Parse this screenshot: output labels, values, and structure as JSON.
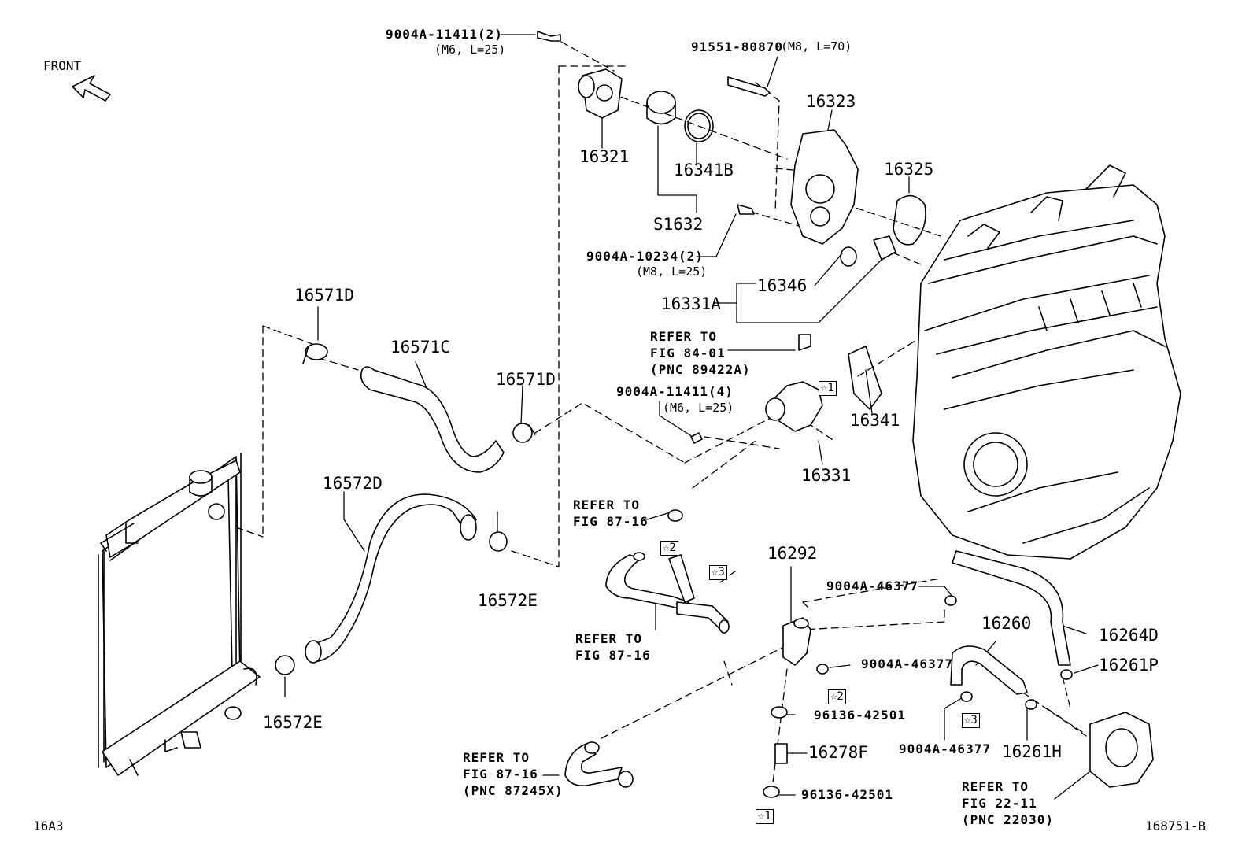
{
  "front_label": "FRONT",
  "corner": {
    "left": "16A3",
    "right": "168751-B"
  },
  "parts": [
    {
      "id": "p1",
      "text": "9004A-11411(2)"
    },
    {
      "id": "p1s",
      "text": "(M6, L=25)"
    },
    {
      "id": "p2",
      "text": "91551-80870"
    },
    {
      "id": "p2s",
      "text": "(M8, L=70)"
    },
    {
      "id": "p3",
      "text": "16323"
    },
    {
      "id": "p4",
      "text": "16321"
    },
    {
      "id": "p5",
      "text": "16341B"
    },
    {
      "id": "p6",
      "text": "16325"
    },
    {
      "id": "p7",
      "text": "S1632"
    },
    {
      "id": "p8",
      "text": "9004A-10234(2)"
    },
    {
      "id": "p8s",
      "text": "(M8, L=25)"
    },
    {
      "id": "p9",
      "text": "16346"
    },
    {
      "id": "p10",
      "text": "16331A"
    },
    {
      "id": "p11",
      "text": "16571D"
    },
    {
      "id": "p12",
      "text": "16571C"
    },
    {
      "id": "p13",
      "text": "16571D"
    },
    {
      "id": "p14",
      "text": "9004A-11411(4)"
    },
    {
      "id": "p14s",
      "text": "(M6, L=25)"
    },
    {
      "id": "p15",
      "text": "16341"
    },
    {
      "id": "p16",
      "text": "16331"
    },
    {
      "id": "p17",
      "text": "16572D"
    },
    {
      "id": "p18",
      "text": "16572E"
    },
    {
      "id": "p19",
      "text": "16572E"
    },
    {
      "id": "p20",
      "text": "16292"
    },
    {
      "id": "p21",
      "text": "9004A-46377"
    },
    {
      "id": "p22",
      "text": "16260"
    },
    {
      "id": "p23",
      "text": "16264D"
    },
    {
      "id": "p24",
      "text": "9004A-46377"
    },
    {
      "id": "p25",
      "text": "16261P"
    },
    {
      "id": "p26",
      "text": "96136-42501"
    },
    {
      "id": "p27",
      "text": "16278F"
    },
    {
      "id": "p28",
      "text": "9004A-46377"
    },
    {
      "id": "p29",
      "text": "16261H"
    },
    {
      "id": "p30",
      "text": "96136-42501"
    }
  ],
  "refs": [
    {
      "id": "r1",
      "lines": [
        "REFER TO",
        "FIG 84-01",
        "(PNC 89422A)"
      ]
    },
    {
      "id": "r2",
      "lines": [
        "REFER TO",
        "FIG 87-16"
      ]
    },
    {
      "id": "r3",
      "lines": [
        "REFER TO",
        "FIG 87-16"
      ]
    },
    {
      "id": "r4",
      "lines": [
        "REFER TO",
        "FIG 87-16",
        "(PNC 87245X)"
      ]
    },
    {
      "id": "r5",
      "lines": [
        "REFER TO",
        "FIG 22-11",
        "(PNC 22030)"
      ]
    }
  ],
  "stars": [
    {
      "id": "s1",
      "text": "☆1"
    },
    {
      "id": "s2",
      "text": "☆2"
    },
    {
      "id": "s3",
      "text": "☆3"
    },
    {
      "id": "s4",
      "text": "☆2"
    },
    {
      "id": "s5",
      "text": "☆3"
    },
    {
      "id": "s6",
      "text": "☆1"
    }
  ]
}
